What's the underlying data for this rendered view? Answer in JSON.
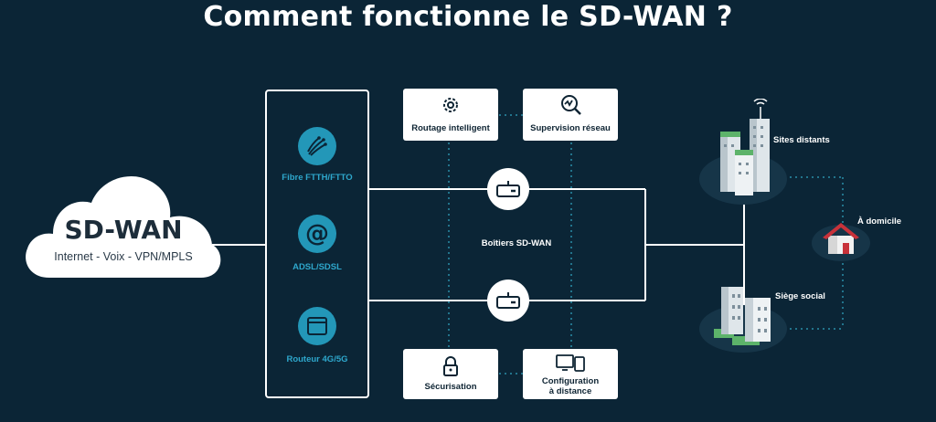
{
  "title": "Comment fonctionne le SD-WAN ?",
  "cloud": {
    "title": "SD-WAN",
    "subtitle": "Internet - Voix - VPN/MPLS"
  },
  "technologies": [
    {
      "label": "Fibre FTTH/FTTO",
      "icon": "fiber-optic-icon"
    },
    {
      "label": "ADSL/SDSL",
      "icon": "at-sign-icon"
    },
    {
      "label": "Routeur 4G/5G",
      "icon": "router-window-icon"
    }
  ],
  "features_top": [
    {
      "label": "Routage intelligent",
      "icon": "gear-icon"
    },
    {
      "label": "Supervision réseau",
      "icon": "magnifier-chart-icon"
    }
  ],
  "features_bottom": [
    {
      "label": "Sécurisation",
      "icon": "lock-icon"
    },
    {
      "label_line1": "Configuration",
      "label_line2": "à distance",
      "icon": "devices-icon"
    }
  ],
  "center_label": "Boîtiers SD-WAN",
  "sites": {
    "remote": "Sites distants",
    "home": "À domicile",
    "hq": "Siège social"
  },
  "colors": {
    "background": "#0b2536",
    "accent": "#2397b8",
    "dotted": "#2a8fa8",
    "white": "#ffffff"
  }
}
